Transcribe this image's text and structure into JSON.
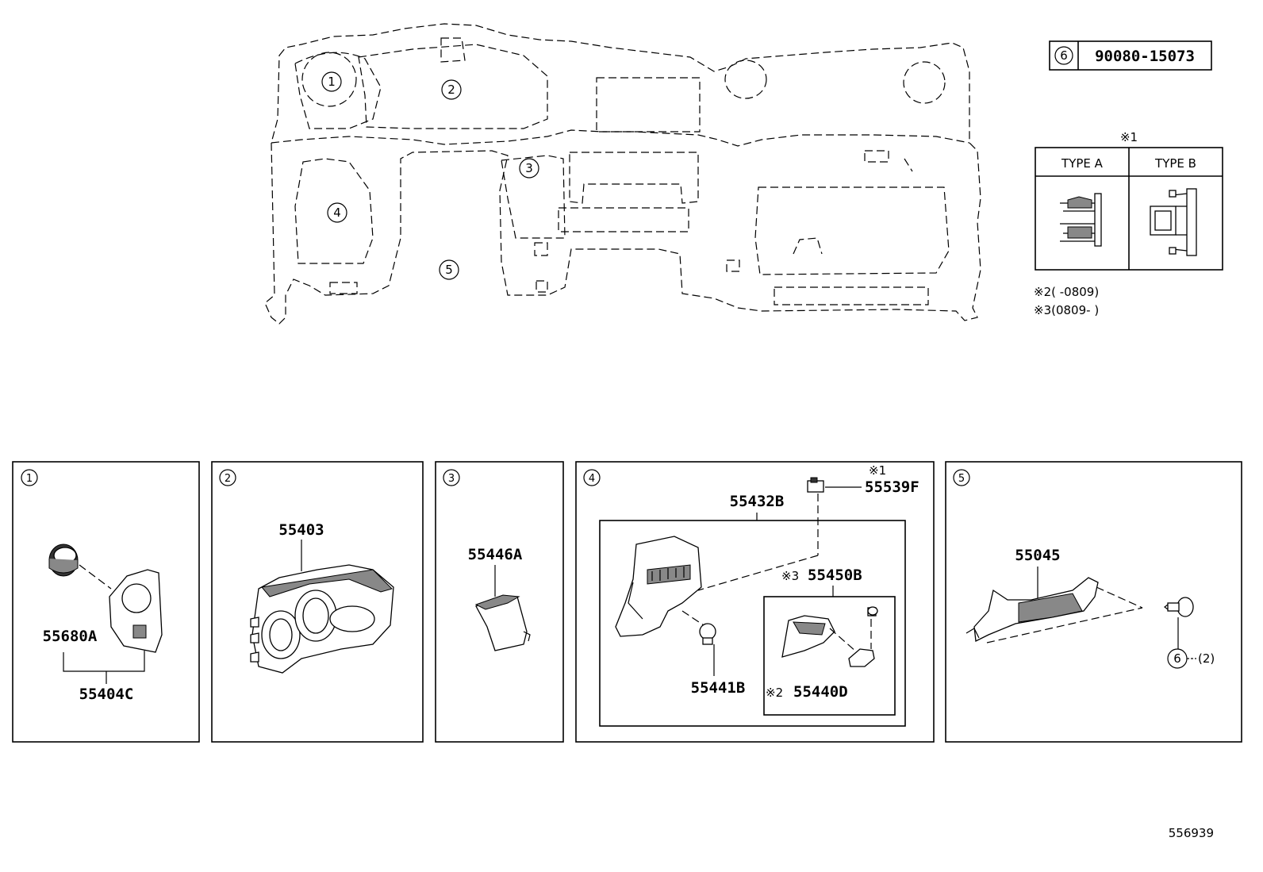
{
  "bolt_ref": {
    "circle": "6",
    "part_no": "90080-15073"
  },
  "type_table": {
    "note": "※1",
    "col_a": "TYPE A",
    "col_b": "TYPE B"
  },
  "notes": {
    "n2": "※2(     -0809)",
    "n3": "※3(0809-     )"
  },
  "overview": {
    "callouts": [
      "1",
      "2",
      "3",
      "4",
      "5"
    ]
  },
  "panels": {
    "p1": {
      "circle": "1",
      "parts": {
        "a": "55680A",
        "b": "55404C"
      }
    },
    "p2": {
      "circle": "2",
      "parts": {
        "a": "55403"
      }
    },
    "p3": {
      "circle": "3",
      "parts": {
        "a": "55446A"
      }
    },
    "p4": {
      "circle": "4",
      "parts": {
        "a": "55432B",
        "b": "55539F",
        "b_note": "※1",
        "c": "55450B",
        "c_note": "※3",
        "d": "55441B",
        "e": "55440D",
        "e_note": "※2"
      }
    },
    "p5": {
      "circle": "5",
      "parts": {
        "a": "55045",
        "screw_ref": "6",
        "screw_qty": "(2)"
      }
    }
  },
  "drawing_id": "556939"
}
